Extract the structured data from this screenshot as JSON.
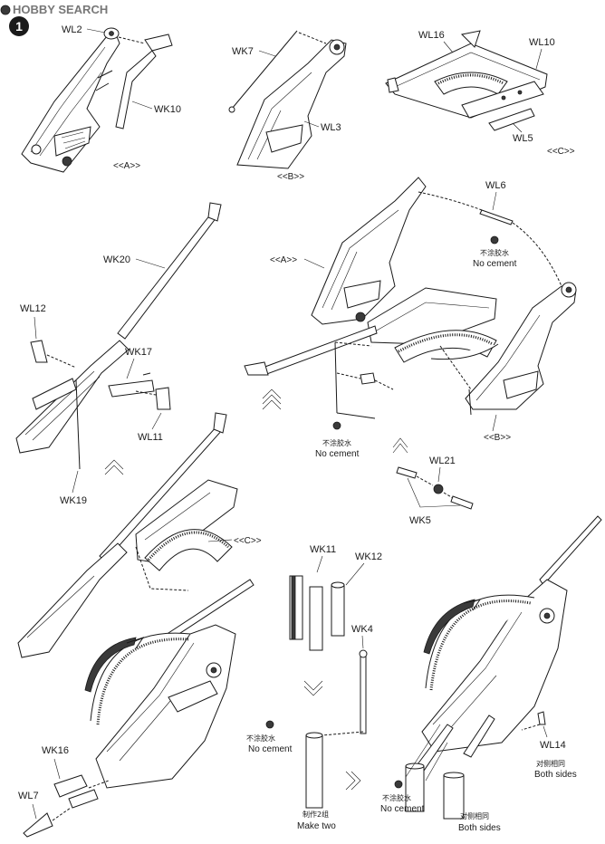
{
  "watermark": {
    "brand": "HOBBY SEARCH"
  },
  "step_number": "1",
  "parts": {
    "wl2": "WL2",
    "wk10": "WK10",
    "wk7": "WK7",
    "wl3": "WL3",
    "wl16": "WL16",
    "wl10": "WL10",
    "wl5": "WL5",
    "wl6": "WL6",
    "wk20": "WK20",
    "wl12": "WL12",
    "wk17": "WK17",
    "wl11": "WL11",
    "wk19": "WK19",
    "wl21": "WL21",
    "wk5": "WK5",
    "wk11": "WK11",
    "wk12": "WK12",
    "wk4": "WK4",
    "wk16": "WK16",
    "wl7": "WL7",
    "wl14": "WL14"
  },
  "subassemblies": {
    "a": "<<A>>",
    "b": "<<B>>",
    "c": "<<C>>"
  },
  "notes": {
    "no_cement_cn": "不涂胶水",
    "no_cement_en": "No cement",
    "make_two_cn": "制作2组",
    "make_two_en": "Make two",
    "both_sides_cn": "对侧相同",
    "both_sides_en": "Both sides"
  }
}
